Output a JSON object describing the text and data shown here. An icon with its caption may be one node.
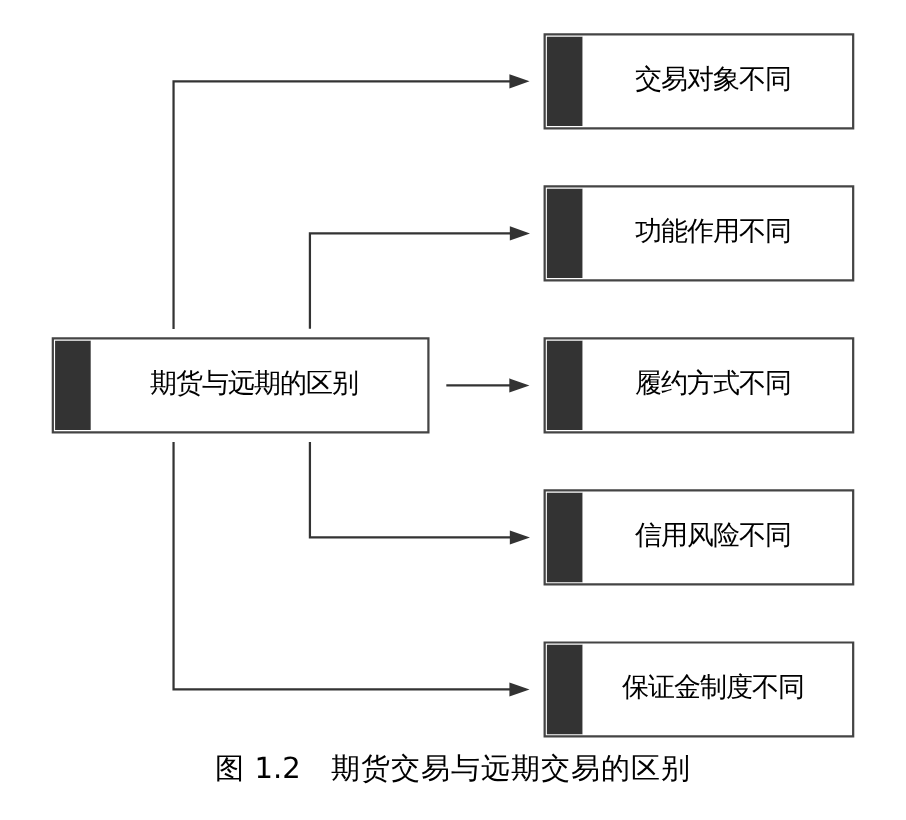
{
  "diagram": {
    "caption": "图 1.2　期货交易与远期交易的区别",
    "nodes": [
      {
        "text": [
          "期货与远期的区别"
        ]
      },
      {
        "text": [
          "交易对象不同"
        ]
      },
      {
        "text": [
          "功能作用不同"
        ]
      },
      {
        "text": [
          "履约方式不同"
        ]
      },
      {
        "text": [
          "信用风险不同"
        ]
      },
      {
        "text": [
          "保证金制度不同"
        ]
      }
    ],
    "edges": [
      {
        "from": 0,
        "to": 1,
        "arrow": "to"
      },
      {
        "from": 0,
        "to": 2,
        "arrow": "to"
      },
      {
        "from": 0,
        "to": 3,
        "arrow": "to"
      },
      {
        "from": 0,
        "to": 4,
        "arrow": "to"
      },
      {
        "from": 0,
        "to": 5,
        "arrow": "to"
      }
    ]
  }
}
